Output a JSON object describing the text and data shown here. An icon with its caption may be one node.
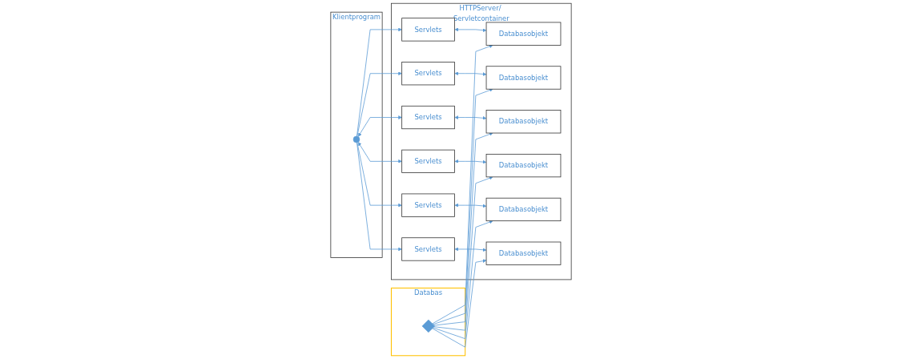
{
  "diagram": {
    "nodes": [
      {
        "text": [
          "Klientprogram"
        ]
      },
      {
        "text": [],
        "shape": "circle",
        "in": 0
      },
      {
        "text": [
          "HTTPServer/ Servletcontainer"
        ]
      },
      {
        "text": [
          "Servlets"
        ],
        "in": 2
      },
      {
        "text": [
          "Databasobjekt"
        ],
        "in": 2
      },
      {
        "text": [
          "Servlets"
        ],
        "in": 2
      },
      {
        "text": [
          "Databasobjekt"
        ],
        "in": 2
      },
      {
        "text": [
          "Servlets"
        ],
        "in": 2
      },
      {
        "text": [
          "Databasobjekt"
        ],
        "in": 2
      },
      {
        "text": [
          "Servlets"
        ],
        "in": 2
      },
      {
        "text": [
          "Databasobjekt"
        ],
        "in": 2
      },
      {
        "text": [
          "Servlets"
        ],
        "in": 2
      },
      {
        "text": [
          "Databasobjekt"
        ],
        "in": 2
      },
      {
        "text": [
          "Servlets"
        ],
        "in": 2
      },
      {
        "text": [
          "Databasobjekt"
        ],
        "in": 2
      },
      {
        "text": [
          "Databas"
        ]
      },
      {
        "text": [],
        "shape": "diamond",
        "in": 15
      }
    ],
    "edges": [
      {
        "from": 1,
        "to": 3,
        "arrow": "to"
      },
      {
        "from": 1,
        "to": 5,
        "arrow": "to"
      },
      {
        "from": 1,
        "to": 7,
        "arrow": "both"
      },
      {
        "from": 1,
        "to": 9,
        "arrow": "both"
      },
      {
        "from": 1,
        "to": 11,
        "arrow": "to"
      },
      {
        "from": 1,
        "to": 13,
        "arrow": "to"
      },
      {
        "from": 3,
        "to": 4,
        "arrow": "both"
      },
      {
        "from": 5,
        "to": 6,
        "arrow": "both"
      },
      {
        "from": 7,
        "to": 8,
        "arrow": "both"
      },
      {
        "from": 9,
        "to": 10,
        "arrow": "both"
      },
      {
        "from": 11,
        "to": 12,
        "arrow": "both"
      },
      {
        "from": 13,
        "to": 14,
        "arrow": "both"
      },
      {
        "from": 16,
        "to": 4,
        "arrow": "to"
      },
      {
        "from": 16,
        "to": 6,
        "arrow": "to"
      },
      {
        "from": 16,
        "to": 8,
        "arrow": "to"
      },
      {
        "from": 16,
        "to": 10,
        "arrow": "to"
      },
      {
        "from": 16,
        "to": 12,
        "arrow": "to"
      },
      {
        "from": 16,
        "to": 14,
        "arrow": "to"
      }
    ]
  }
}
